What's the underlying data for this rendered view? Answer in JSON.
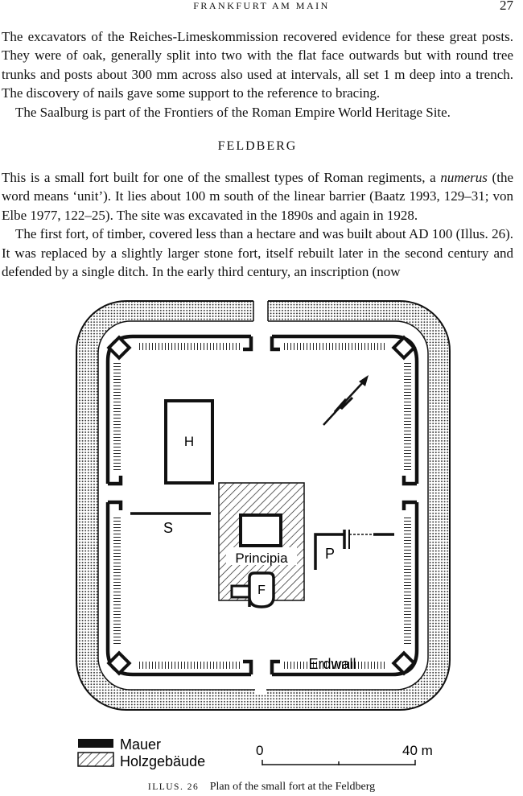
{
  "running_head": {
    "title": "FRANKFURT AM MAIN",
    "page_number": "27"
  },
  "paragraphs": [
    "The excavators of the Reiches-Limeskommission recovered evidence for these great posts. They were of oak, generally split into two with the flat face outwards but with round tree trunks and posts about 300 mm across also used at intervals, all set 1 m deep into a trench. The discovery of nails gave some support to the reference to bracing.",
    "The Saalburg is part of the Frontiers of the Roman Empire World Heritage Site."
  ],
  "section": {
    "heading": "FELDBERG",
    "p1_before": "This is a small fort built for one of the smallest types of Roman regiments, a ",
    "p1_italic": "numerus",
    "p1_after": " (the word means ‘unit’). It lies about 100 m south of the linear barrier (Baatz 1993, 129–31; von Elbe 1977, 122–25). The site was excavated in the 1890s and again in 1928.",
    "p2": "The first fort, of timber, covered less than a hectare and was built about AD 100 (Illus. 26). It was replaced by a slightly larger stone fort, itself rebuilt later in the second century and defended by a single ditch. In the early third century, an inscription (now"
  },
  "figure": {
    "labels": {
      "h": "H",
      "s": "S",
      "principia": "Principia",
      "p": "P",
      "f": "F",
      "erdwall": "Erdwall"
    },
    "legend": {
      "mauer": "Mauer",
      "holzgebaeude": "Holzgebäude"
    },
    "scale": {
      "start": "0",
      "end": "40 m"
    }
  },
  "caption": {
    "label": "ILLUS. 26",
    "text": "Plan of the small fort at the Feldberg"
  }
}
